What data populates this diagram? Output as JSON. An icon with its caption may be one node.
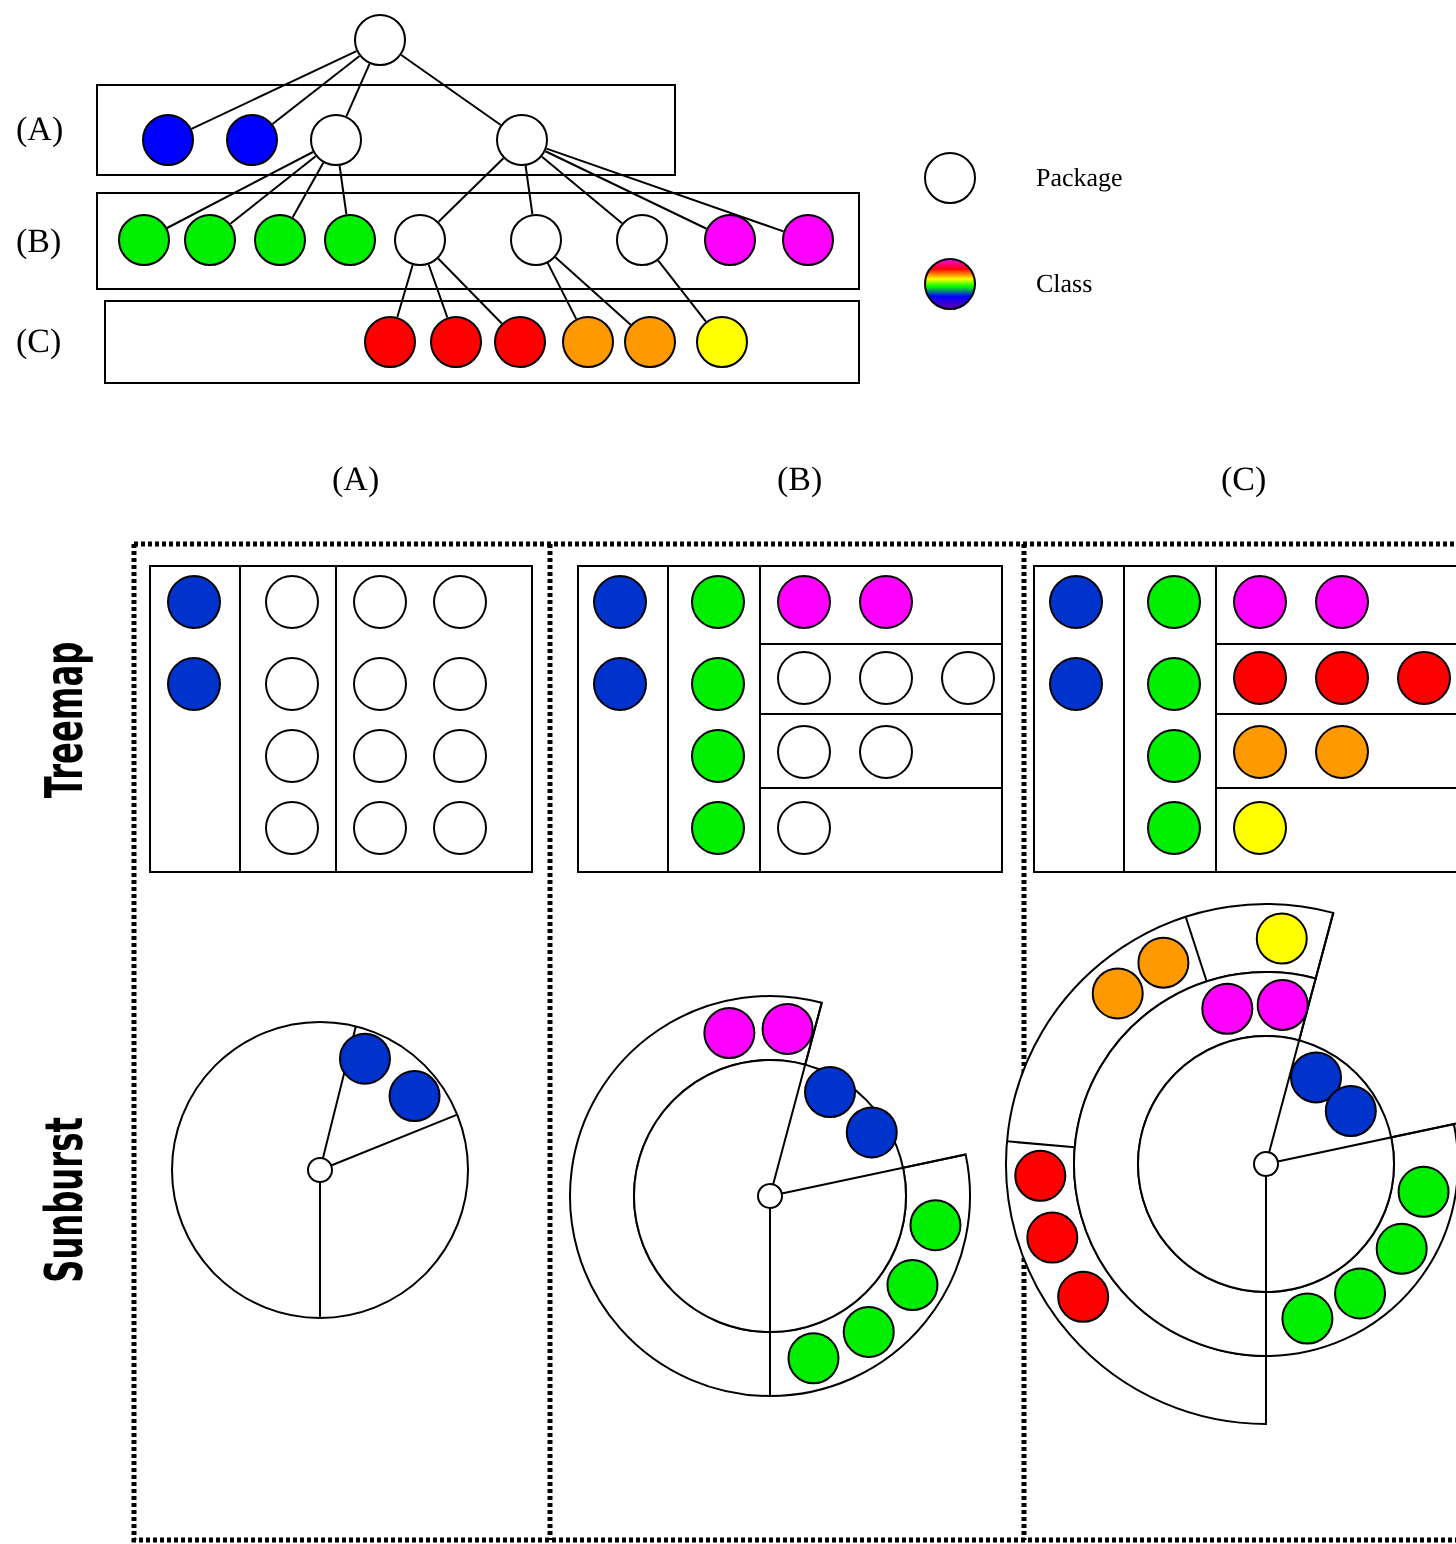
{
  "diagram": {
    "nodes": [
      {
        "text": [],
        "shape": "circle"
      },
      {
        "text": [
          "(A)"
        ]
      },
      {
        "text": [],
        "shape": "circle",
        "in": 1
      },
      {
        "text": [],
        "shape": "circle",
        "in": 1
      },
      {
        "text": [],
        "shape": "circle",
        "in": 1
      },
      {
        "text": [],
        "shape": "circle",
        "in": 1
      },
      {
        "text": [
          "(B)"
        ]
      },
      {
        "text": [],
        "shape": "circle",
        "in": 6
      },
      {
        "text": [],
        "shape": "circle",
        "in": 6
      },
      {
        "text": [],
        "shape": "circle",
        "in": 6
      },
      {
        "text": [],
        "shape": "circle",
        "in": 6
      },
      {
        "text": [],
        "shape": "circle",
        "in": 6
      },
      {
        "text": [],
        "shape": "circle",
        "in": 6
      },
      {
        "text": [],
        "shape": "circle",
        "in": 6
      },
      {
        "text": [],
        "shape": "circle",
        "in": 6
      },
      {
        "text": [],
        "shape": "circle",
        "in": 6
      },
      {
        "text": [
          "(C)"
        ]
      },
      {
        "text": [],
        "shape": "circle",
        "in": 16
      },
      {
        "text": [],
        "shape": "circle",
        "in": 16
      },
      {
        "text": [],
        "shape": "circle",
        "in": 16
      },
      {
        "text": [],
        "shape": "circle",
        "in": 16
      },
      {
        "text": [],
        "shape": "circle",
        "in": 16
      },
      {
        "text": [],
        "shape": "circle",
        "in": 16
      }
    ],
    "edges": [
      {
        "from": 0,
        "to": 2,
        "arrow": "none"
      },
      {
        "from": 0,
        "to": 3,
        "arrow": "none"
      },
      {
        "from": 0,
        "to": 4,
        "arrow": "none"
      },
      {
        "from": 0,
        "to": 5,
        "arrow": "none"
      },
      {
        "from": 4,
        "to": 7,
        "arrow": "none"
      },
      {
        "from": 4,
        "to": 8,
        "arrow": "none"
      },
      {
        "from": 4,
        "to": 9,
        "arrow": "none"
      },
      {
        "from": 4,
        "to": 10,
        "arrow": "none"
      },
      {
        "from": 5,
        "to": 11,
        "arrow": "none"
      },
      {
        "from": 5,
        "to": 12,
        "arrow": "none"
      },
      {
        "from": 5,
        "to": 13,
        "arrow": "none"
      },
      {
        "from": 5,
        "to": 14,
        "arrow": "none"
      },
      {
        "from": 5,
        "to": 15,
        "arrow": "none"
      },
      {
        "from": 11,
        "to": 17,
        "arrow": "none"
      },
      {
        "from": 11,
        "to": 18,
        "arrow": "none"
      },
      {
        "from": 11,
        "to": 19,
        "arrow": "none"
      },
      {
        "from": 12,
        "to": 20,
        "arrow": "none"
      },
      {
        "from": 12,
        "to": 21,
        "arrow": "none"
      },
      {
        "from": 13,
        "to": 22,
        "arrow": "none"
      }
    ],
    "labels": [
      "(A)",
      "(B)",
      "(C)",
      "Treemap",
      "Sunburst"
    ],
    "legend": [
      {
        "text": "Package"
      },
      {
        "text": "Class"
      }
    ]
  }
}
